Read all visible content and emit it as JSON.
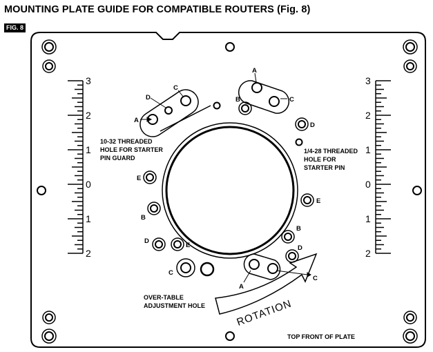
{
  "title": "MOUNTING PLATE GUIDE FOR COMPATIBLE ROUTERS (Fig. 8)",
  "figure_badge": "FIG. 8",
  "scale_left": [
    "3",
    "2",
    "1",
    "0",
    "1",
    "2"
  ],
  "scale_right": [
    "3",
    "2",
    "1",
    "0",
    "1",
    "2"
  ],
  "hole_letters": {
    "a": "A",
    "b": "B",
    "c": "C",
    "d": "D",
    "e": "E"
  },
  "notes": {
    "starter_guard": [
      "10-32 THREADED",
      "HOLE FOR STARTER",
      "PIN GUARD"
    ],
    "starter_pin": [
      "1/4-28 THREADED",
      "HOLE FOR",
      "STARTER PIN"
    ],
    "adjustment": [
      "OVER-TABLE",
      "ADJUSTMENT HOLE"
    ],
    "rotation": "ROTATION",
    "top_front": "TOP FRONT OF PLATE"
  }
}
